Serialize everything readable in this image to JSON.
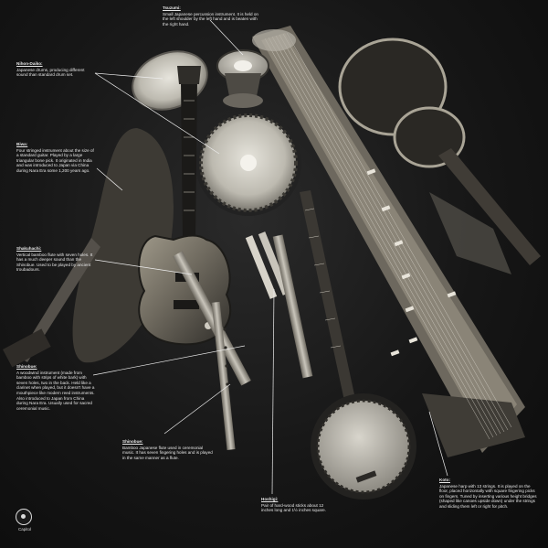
{
  "captions": {
    "tsuzumi": {
      "title": "Tsuzumi:",
      "body": "Small Japanese percussion instrument. It is held on the left shoulder by the left hand and is beaten with the right hand."
    },
    "nihon_daiko": {
      "title": "Nihon-Daiko:",
      "body": "Japanese drums, producing different sound than standard drum set."
    },
    "biwa": {
      "title": "Biwa:",
      "body": "Four stringed instrument about the size of a standard guitar. Played by a large triangular bone pick. It originated in India and was introduced to Japan via China during Nara Era some 1,200 years ago."
    },
    "shakuhachi": {
      "title": "Shakuhachi:",
      "body": "Vertical bamboo flute with seven holes. It has a much deeper sound than the Shinobue. Used to be played by ancient troubadours."
    },
    "shinobue_woodwind": {
      "title": "Shinobue:",
      "body": "A woodwind instrument (made from bamboo with strips of white bark) with seven holes, two in the back. Held like a clarinet when played, but it doesn't have a mouthpiece like modern reed instruments. Also introduced to Japan from China during Nara Era. Usually used for sacred ceremonial music."
    },
    "shinobue_flute": {
      "title": "Shinobue:",
      "body": "Bamboo Japanese flute used in ceremonial music. It has seven fingering holes and is played in the same manner as a flute."
    },
    "hoshigi": {
      "title": "Hoshigi:",
      "body": "Pair of hard-wood sticks about 12 inches long and 1½ inches square."
    },
    "koto": {
      "title": "Koto:",
      "body": "Japanese harp with 13 strings. It is played on the floor, placed horizontally with square fingering picks on fingers. Tuned by inserting various height bridges (shaped like canoes upside down) under the strings and sliding them left or right for pitch."
    }
  },
  "logo": {
    "text": "Capitol"
  }
}
